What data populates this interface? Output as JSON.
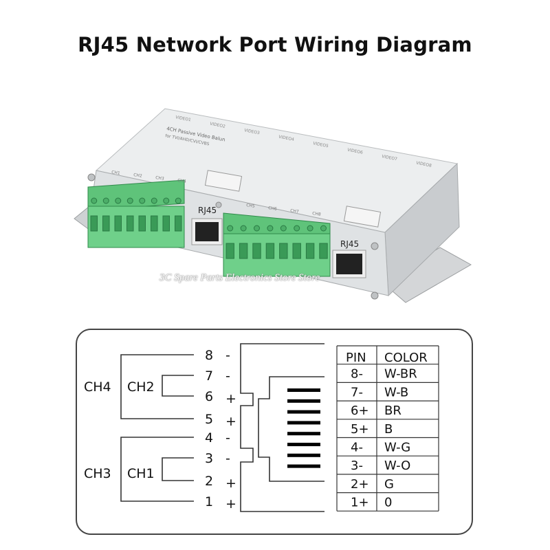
{
  "title": "RJ45 Network Port Wiring Diagram",
  "device": {
    "header": "4CH Passive Video Balun",
    "subheader": "for TVI/AHD/CVI/CVBS",
    "video_labels": [
      "VIDEO1",
      "VIDEO2",
      "VIDEO3",
      "VIDEO4",
      "VIDEO5",
      "VIDEO6",
      "VIDEO7",
      "VIDEO8"
    ],
    "port_left_label": "RJ45",
    "port_right_label": "RJ45",
    "terminal_labels_left": [
      "CH1",
      "CH2",
      "CH3",
      "CH4"
    ],
    "terminal_labels_right": [
      "CH5",
      "CH6",
      "CH7",
      "CH8"
    ]
  },
  "watermark": "3C Spare Parts Electronics Store Store",
  "wiring": {
    "channels": {
      "ch4": "CH4",
      "ch2": "CH2",
      "ch3": "CH3",
      "ch1": "CH1"
    },
    "pins": [
      {
        "num": "8",
        "sign": "-"
      },
      {
        "num": "7",
        "sign": "-"
      },
      {
        "num": "6",
        "sign": "+"
      },
      {
        "num": "5",
        "sign": "+"
      },
      {
        "num": "4",
        "sign": "-"
      },
      {
        "num": "3",
        "sign": "-"
      },
      {
        "num": "2",
        "sign": "+"
      },
      {
        "num": "1",
        "sign": "+"
      }
    ],
    "table": {
      "headers": [
        "PIN",
        "COLOR"
      ],
      "rows": [
        [
          "8-",
          "W-BR"
        ],
        [
          "7-",
          "W-B"
        ],
        [
          "6+",
          "BR"
        ],
        [
          "5+",
          "B"
        ],
        [
          "4-",
          "W-G"
        ],
        [
          "3-",
          "W-O"
        ],
        [
          "2+",
          "G"
        ],
        [
          "1+",
          "0"
        ]
      ]
    }
  }
}
